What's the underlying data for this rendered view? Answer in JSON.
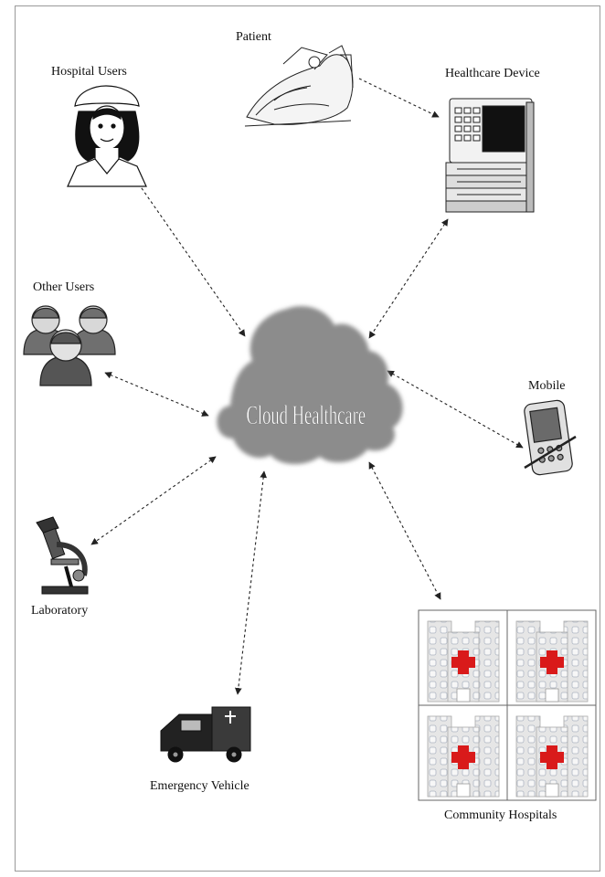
{
  "diagram": {
    "center": {
      "label": "Cloud Healthcare"
    },
    "nodes": [
      {
        "id": "patient",
        "label": "Patient",
        "icon": "patient-bed-icon"
      },
      {
        "id": "hospital-users",
        "label": "Hospital Users",
        "icon": "nurse-icon"
      },
      {
        "id": "healthcare-device",
        "label": "Healthcare Device",
        "icon": "medical-device-icon"
      },
      {
        "id": "other-users",
        "label": "Other Users",
        "icon": "user-group-icon"
      },
      {
        "id": "mobile",
        "label": "Mobile",
        "icon": "mobile-device-icon"
      },
      {
        "id": "laboratory",
        "label": "Laboratory",
        "icon": "microscope-icon"
      },
      {
        "id": "emergency-vehicle",
        "label": "Emergency Vehicle",
        "icon": "ambulance-icon"
      },
      {
        "id": "community-hospitals",
        "label": "Community Hospitals",
        "icon": "hospital-building-icon"
      }
    ],
    "colors": {
      "cloud": "#8a8a8a",
      "cloud_text": "#ffffff",
      "arrows": "#222222",
      "cross": "#d91a1a"
    }
  }
}
